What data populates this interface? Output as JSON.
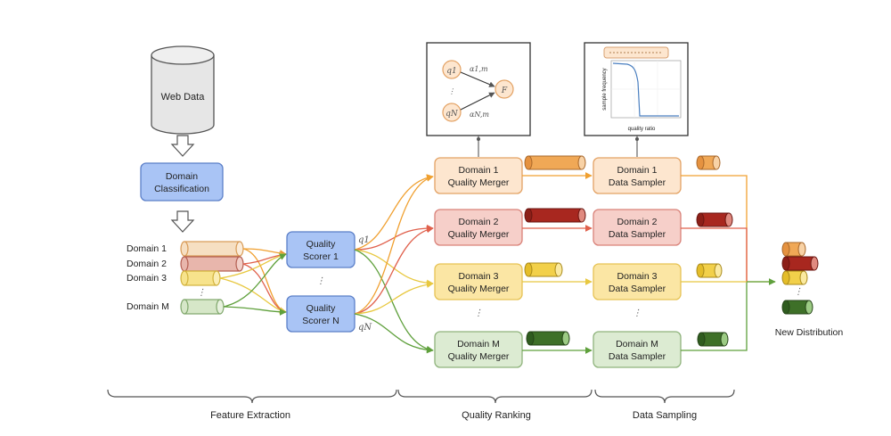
{
  "web_data": {
    "label": "Web Data"
  },
  "domain_classification": {
    "line1": "Domain",
    "line2": "Classification"
  },
  "domains": [
    {
      "label": "Domain 1",
      "color": "#f6dfc2",
      "stroke": "#d89a55"
    },
    {
      "label": "Domain 2",
      "color": "#e8b6ac",
      "stroke": "#b35d50"
    },
    {
      "label": "Domain 3",
      "color": "#f7e38c",
      "stroke": "#d2b23b"
    },
    {
      "label": "Domain M",
      "color": "#d6e7c8",
      "stroke": "#7ea66a"
    }
  ],
  "scorers": [
    {
      "line1": "Quality",
      "line2": "Scorer 1",
      "q_label": "q1"
    },
    {
      "line1": "Quality",
      "line2": "Scorer N",
      "q_label": "qN"
    }
  ],
  "mergers": [
    {
      "line1": "Domain 1",
      "line2": "Quality Merger"
    },
    {
      "line1": "Domain 2",
      "line2": "Quality Merger"
    },
    {
      "line1": "Domain 3",
      "line2": "Quality Merger"
    },
    {
      "line1": "Domain M",
      "line2": "Quality Merger"
    }
  ],
  "samplers": [
    {
      "line1": "Domain 1",
      "line2": "Data Sampler"
    },
    {
      "line1": "Domain 2",
      "line2": "Data Sampler"
    },
    {
      "line1": "Domain 3",
      "line2": "Data Sampler"
    },
    {
      "line1": "Domain M",
      "line2": "Data Sampler"
    }
  ],
  "stage_colors": {
    "box_fill": [
      "#fde6cf",
      "#f6cfc9",
      "#fbe6a4",
      "#dcebd2"
    ],
    "box_stroke": [
      "#e3a264",
      "#d98279",
      "#e6c254",
      "#8fb37c"
    ],
    "line": [
      "#f0a030",
      "#e0604c",
      "#e8c840",
      "#5fa03c"
    ],
    "cyl_merge": [
      [
        "#f6c08c",
        "#d97a1e"
      ],
      [
        "#d98a80",
        "#8c1f18"
      ],
      [
        "#fbe48a",
        "#d8b21c"
      ],
      [
        "#8ab874",
        "#2f5c1f"
      ]
    ],
    "cyl_sample": [
      [
        "#f6c08c",
        "#d97a1e"
      ],
      [
        "#d98a80",
        "#8c1f18"
      ],
      [
        "#fbe48a",
        "#d8b21c"
      ],
      [
        "#8ab874",
        "#2f5c1f"
      ]
    ]
  },
  "merger_inset": {
    "q1": "q1",
    "qN": "qN",
    "w1": "α1,m",
    "wN": "αN,m",
    "out": "F"
  },
  "sampler_inset": {
    "xlabel": "quality ratio",
    "ylabel": "sample frequency"
  },
  "new_distribution": {
    "label": "New Distribution"
  },
  "stages": {
    "feature": "Feature Extraction",
    "ranking": "Quality Ranking",
    "sampling": "Data Sampling"
  },
  "ellipsis": "⋮"
}
